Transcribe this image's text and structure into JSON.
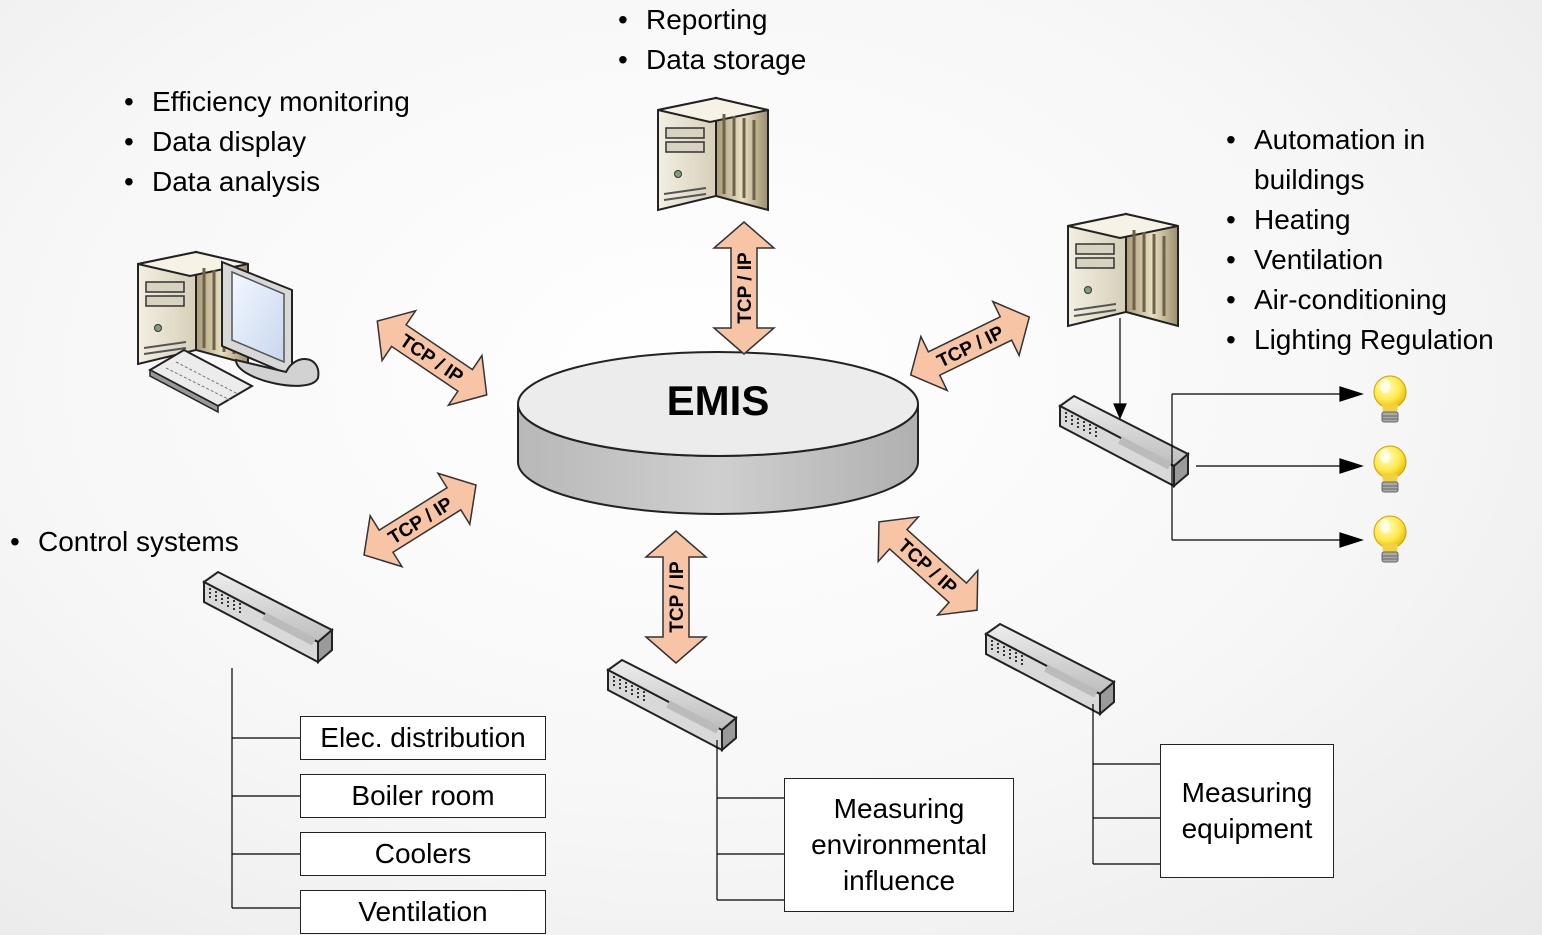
{
  "center": {
    "label": "EMIS"
  },
  "link_label": "TCP / IP",
  "bullets": {
    "reporting": [
      "Reporting",
      "Data storage"
    ],
    "workstation": [
      "Efficiency monitoring",
      "Data display",
      "Data analysis"
    ],
    "building": [
      "Automation in buildings",
      "Heating",
      "Ventilation",
      "Air-conditioning",
      "Lighting Regulation"
    ],
    "control": [
      "Control systems"
    ]
  },
  "boxes": {
    "control": [
      "Elec. distribution",
      "Boiler room",
      "Coolers",
      "Ventilation"
    ],
    "environment": "Measuring environmental influence",
    "equipment": "Measuring equipment"
  },
  "colors": {
    "arrow": "#f7c4a5",
    "cylinder_top": "#ececec",
    "cylinder_side": "#c4c4c4"
  },
  "icons": [
    "server-icon",
    "workstation-icon",
    "network-switch-icon",
    "light-bulb-icon"
  ]
}
